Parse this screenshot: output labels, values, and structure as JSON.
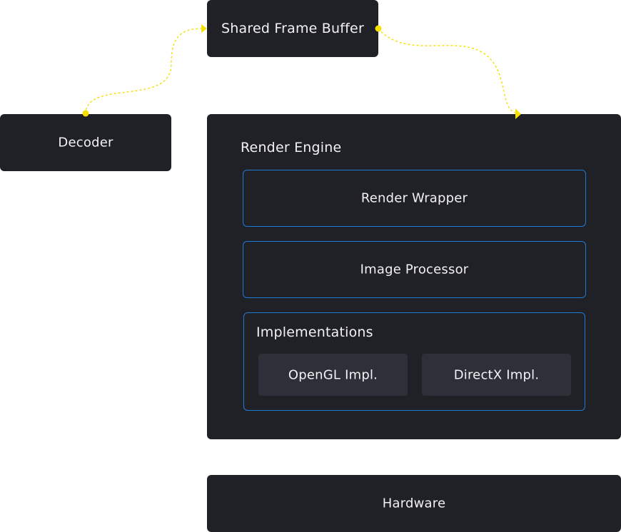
{
  "nodes": {
    "frame_buffer": "Shared Frame Buffer",
    "decoder": "Decoder",
    "render_engine": {
      "title": "Render Engine",
      "render_wrapper": "Render Wrapper",
      "image_processor": "Image Processor",
      "implementations": {
        "title": "Implementations",
        "opengl": "OpenGL Impl.",
        "directx": "DirectX Impl."
      }
    },
    "hardware": "Hardware"
  },
  "colors": {
    "node_fill": "#202126",
    "sub_node_fill": "#2d3039",
    "outline": "#1f7ad6",
    "connector": "#f5e000",
    "text": "#f2f2f4"
  }
}
